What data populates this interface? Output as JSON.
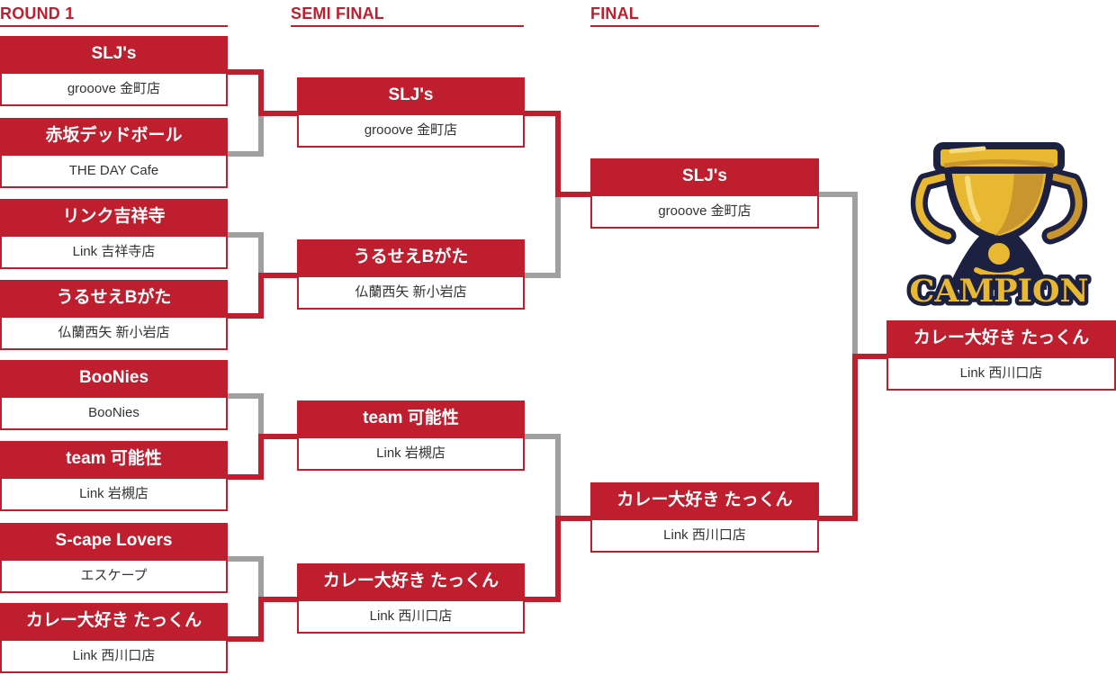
{
  "colors": {
    "accent_red": "#BF1E2E",
    "loser_gray": "#9FA0A0",
    "text_dark": "#333333",
    "trophy_gold": "#E9B832",
    "trophy_gold_dark": "#C8952F",
    "trophy_gold_light": "#F6DC7D",
    "trophy_navy": "#1C2142"
  },
  "headers": {
    "round1": "ROUND 1",
    "semifinal": "SEMI FINAL",
    "final": "FINAL"
  },
  "champion_label": "CAMPION",
  "bracket": {
    "round1": [
      {
        "team": "SLJ's",
        "venue": "grooove 金町店",
        "result": "win"
      },
      {
        "team": "赤坂デッドボール",
        "venue": "THE DAY Cafe",
        "result": "lose"
      },
      {
        "team": "リンク吉祥寺",
        "venue": "Link 吉祥寺店",
        "result": "lose"
      },
      {
        "team": "うるせえBがた",
        "venue": "仏蘭西矢 新小岩店",
        "result": "win"
      },
      {
        "team": "BooNies",
        "venue": "BooNies",
        "result": "lose"
      },
      {
        "team": "team 可能性",
        "venue": "Link 岩槻店",
        "result": "win"
      },
      {
        "team": "S-cape Lovers",
        "venue": "エスケープ",
        "result": "lose"
      },
      {
        "team": "カレー大好き たっくん",
        "venue": "Link 西川口店",
        "result": "win"
      }
    ],
    "semifinal": [
      {
        "team": "SLJ's",
        "venue": "grooove 金町店",
        "result": "win"
      },
      {
        "team": "うるせえBがた",
        "venue": "仏蘭西矢 新小岩店",
        "result": "lose"
      },
      {
        "team": "team 可能性",
        "venue": "Link 岩槻店",
        "result": "lose"
      },
      {
        "team": "カレー大好き たっくん",
        "venue": "Link 西川口店",
        "result": "win"
      }
    ],
    "final": [
      {
        "team": "SLJ's",
        "venue": "grooove 金町店",
        "result": "lose"
      },
      {
        "team": "カレー大好き たっくん",
        "venue": "Link 西川口店",
        "result": "win"
      }
    ],
    "champion": {
      "team": "カレー大好き たっくん",
      "venue": "Link 西川口店"
    }
  }
}
